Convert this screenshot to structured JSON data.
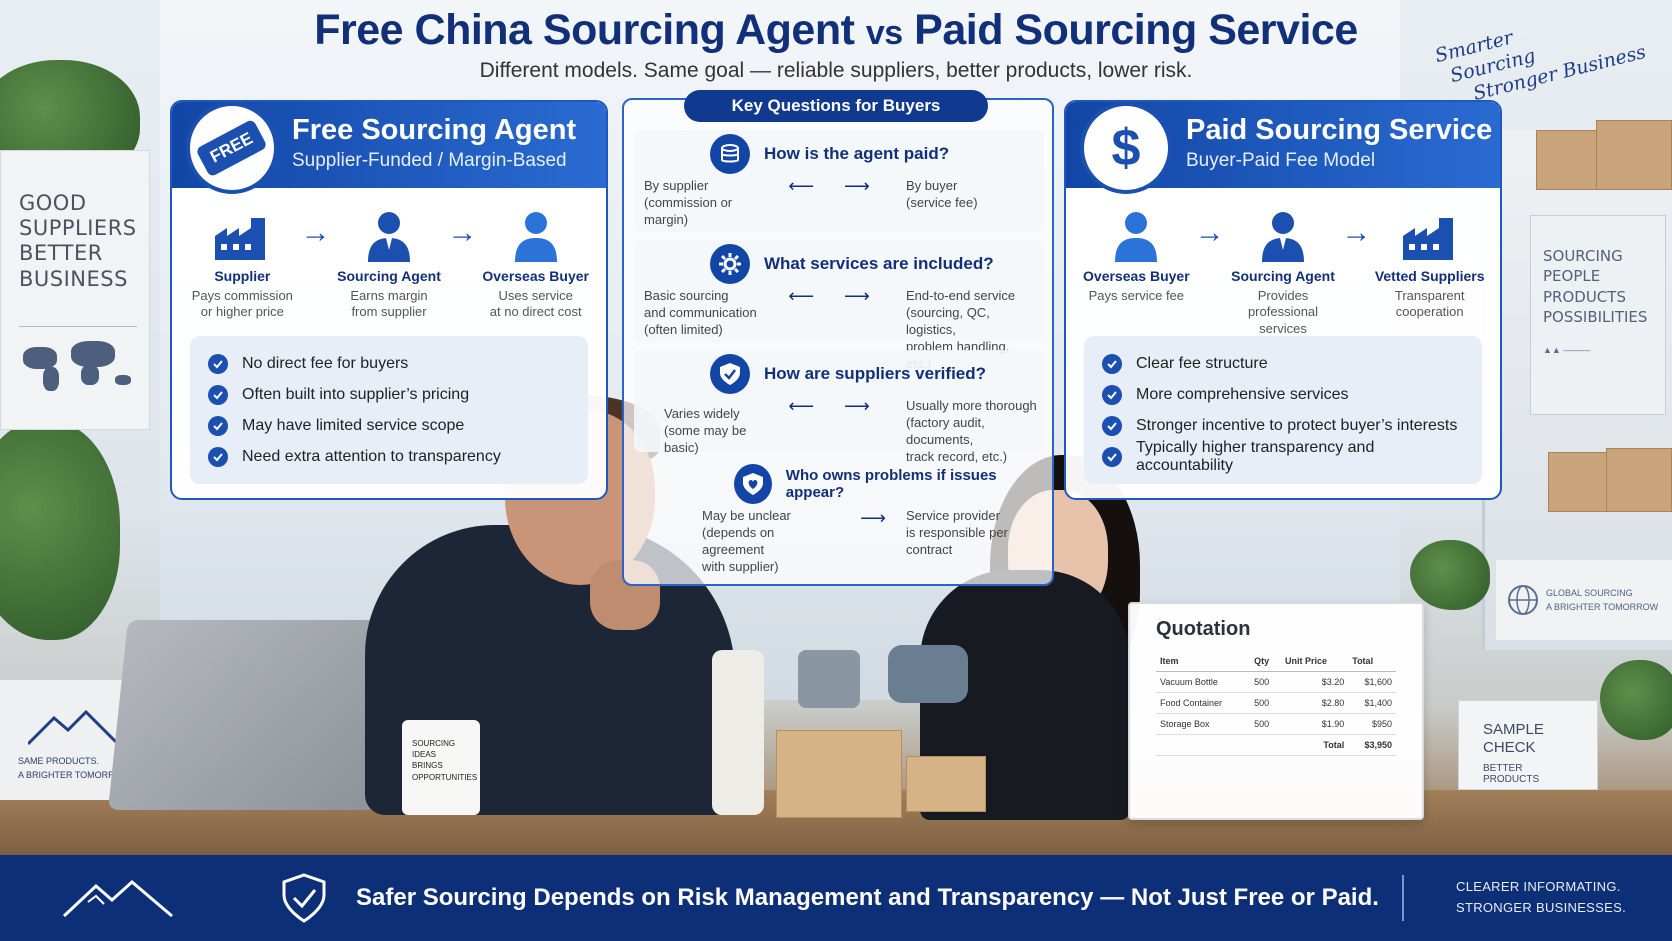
{
  "header": {
    "title_part1": "Free China Sourcing Agent ",
    "title_vs": "vs",
    "title_part2": " Paid Sourcing Service",
    "subtitle": "Different models. Same goal — reliable suppliers, better products, lower risk.",
    "script_line1": "Smarter",
    "script_line2": "Sourcing",
    "script_line3": "Stronger Business"
  },
  "left_panel": {
    "badge": "FREE",
    "title": "Free Sourcing Agent",
    "subtitle": "Supplier-Funded / Margin-Based",
    "flow": [
      {
        "label": "Supplier",
        "desc1": "Pays commission",
        "desc2": "or higher price",
        "icon": "factory-icon"
      },
      {
        "label": "Sourcing Agent",
        "desc1": "Earns margin",
        "desc2": "from supplier",
        "icon": "agent-icon"
      },
      {
        "label": "Overseas Buyer",
        "desc1": "Uses service",
        "desc2": "at no direct cost",
        "icon": "buyer-icon"
      }
    ],
    "checks": [
      "No direct fee for buyers",
      "Often built into supplier’s pricing",
      "May have limited service scope",
      "Need extra attention to transparency"
    ]
  },
  "right_panel": {
    "badge": "$",
    "title": "Paid Sourcing Service",
    "subtitle": "Buyer-Paid Fee Model",
    "flow": [
      {
        "label": "Overseas Buyer",
        "desc1": "Pays service fee",
        "desc2": "",
        "icon": "buyer-icon"
      },
      {
        "label": "Sourcing Agent",
        "desc1": "Provides professional",
        "desc2": "services",
        "icon": "agent-icon"
      },
      {
        "label": "Vetted Suppliers",
        "desc1": "Transparent",
        "desc2": "cooperation",
        "icon": "factory-icon"
      }
    ],
    "checks": [
      "Clear fee structure",
      "More comprehensive services",
      "Stronger incentive to protect buyer’s interests",
      "Typically higher transparency and accountability"
    ]
  },
  "questions": {
    "tag": "Key Questions for Buyers",
    "items": [
      {
        "title": "How is the agent paid?",
        "left": [
          "By supplier",
          "(commission or",
          "margin)"
        ],
        "right": [
          "By buyer",
          "(service fee)"
        ],
        "icon": "coins-icon"
      },
      {
        "title": "What services are included?",
        "left": [
          "Basic sourcing",
          "and communication",
          "(often limited)"
        ],
        "right": [
          "End-to-end service",
          "(sourcing, QC, logistics,",
          "problem handling, etc.)"
        ],
        "icon": "gear-icon"
      },
      {
        "title": "How are suppliers verified?",
        "left": [
          "Varies widely",
          "(some may be basic)"
        ],
        "right": [
          "Usually more thorough",
          "(factory audit, documents,",
          "track record, etc.)"
        ],
        "icon": "shield-check-icon"
      },
      {
        "title": "Who owns problems if issues appear?",
        "left": [
          "May be unclear",
          "(depends on agreement",
          "with supplier)"
        ],
        "right": [
          "Service provider",
          "is responsible per",
          "contract"
        ],
        "icon": "heart-shield-icon"
      }
    ]
  },
  "signs": {
    "left_sign": [
      "GOOD",
      "SUPPLIERS",
      "BETTER",
      "BUSINESS"
    ],
    "right_sign": [
      "SOURCING",
      "PEOPLE",
      "PRODUCTS",
      "POSSIBILITIES"
    ],
    "logo_line1": "SAME PRODUCTS.",
    "logo_line2": "A BRIGHTER TOMORROW.",
    "global_line1": "GLOBAL SOURCING",
    "global_line2": "A BRIGHTER TOMORROW",
    "sample_line1": "SAMPLE",
    "sample_line2": "CHECK",
    "sample_sub": "BETTER PRODUCTS",
    "mug": [
      "SOURCING",
      "IDEAS",
      "BRINGS",
      "OPPORTUNITIES"
    ]
  },
  "quotation": {
    "title": "Quotation",
    "headers": [
      "Item",
      "Qty",
      "Unit Price",
      "Total"
    ],
    "rows": [
      [
        "Vacuum Bottle",
        "500",
        "$3.20",
        "$1,600"
      ],
      [
        "Food Container",
        "500",
        "$2.80",
        "$1,400"
      ],
      [
        "Storage Box",
        "500",
        "$1.90",
        "$950"
      ]
    ],
    "total_label": "Total",
    "total_value": "$3,950"
  },
  "footer": {
    "message": "Safer Sourcing Depends on Risk Management and Transparency — Not Just Free or Paid.",
    "right_line1": "CLEARER INFORMATING.",
    "right_line2": "STRONGER BUSINESSES."
  },
  "colors": {
    "primary": "#12307a",
    "accent": "#1b4fb0",
    "footer": "#0c2f78"
  }
}
